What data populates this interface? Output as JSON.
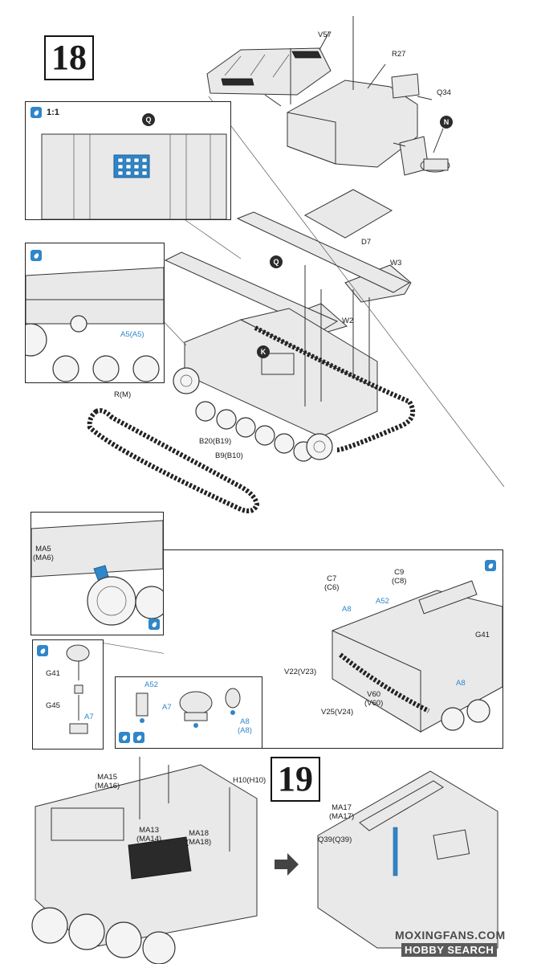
{
  "steps": {
    "step18": "18",
    "step19": "19"
  },
  "inset_scale": {
    "label": "1:1"
  },
  "badges": {
    "q_top": "Q",
    "n": "N",
    "q_mid": "Q",
    "k": "K"
  },
  "labels": {
    "v57": "V57",
    "r27": "R27",
    "q34": "Q34",
    "d7": "D7",
    "w3": "W3",
    "w2": "W2",
    "rm": "R(M)",
    "b20": "B20(B19)",
    "b9": "B9(B10)",
    "a5": "A5(A5)",
    "ma5": "MA5\n(MA6)",
    "c7": "C7\n(C6)",
    "c9": "C9\n(C8)",
    "a52_top": "A52",
    "a8_top": "A8",
    "g41_right": "G41",
    "a8_right": "A8",
    "v22": "V22(V23)",
    "v60": "V60\n(V60)",
    "v25": "V25(V24)",
    "g41_left": "G41",
    "g45": "G45",
    "a7_left": "A7",
    "a52_box": "A52",
    "a7_box": "A7",
    "a8_box": "A8\n(A8)",
    "ma15": "MA15\n(MA16)",
    "h10": "H10(H10)",
    "ma13": "MA13\n(MA14)",
    "ma18": "MA18\n(MA18)",
    "ma17": "MA17\n(MA17)",
    "q39": "Q39(Q39)"
  },
  "watermark": {
    "site": "MOXINGFANS.COM",
    "search": "HOBBY SEARCH"
  },
  "colors": {
    "accent_blue": "#2f86c9",
    "ink": "#1a1a1a"
  },
  "icons": [
    "glue-icon",
    "paint-icon",
    "arrow-right-icon"
  ]
}
